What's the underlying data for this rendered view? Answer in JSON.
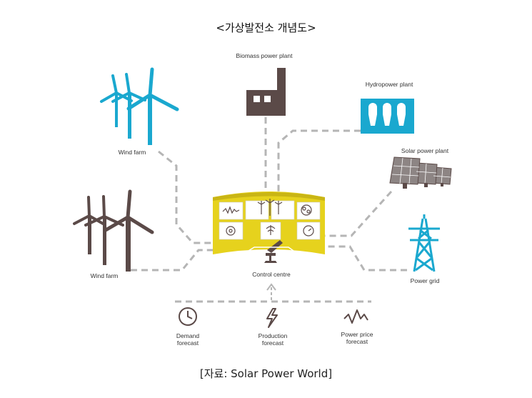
{
  "title": "<가상발전소 개념도>",
  "source": "[자료: Solar Power World]",
  "labels": {
    "biomass": "Biomass power plant",
    "hydro": "Hydropower plant",
    "solar": "Solar power plant",
    "grid": "Power grid",
    "wind_top": "Wind farm",
    "wind_bottom": "Wind farm",
    "control": "Control centre",
    "demand": [
      "Demand",
      "forecast"
    ],
    "production": [
      "Production",
      "forecast"
    ],
    "price": [
      "Power price",
      "forecast"
    ]
  },
  "colors": {
    "teal": "#1aa8cf",
    "brown": "#5b4a48",
    "yellow": "#e6d21d",
    "dash": "#b5b5b5"
  }
}
